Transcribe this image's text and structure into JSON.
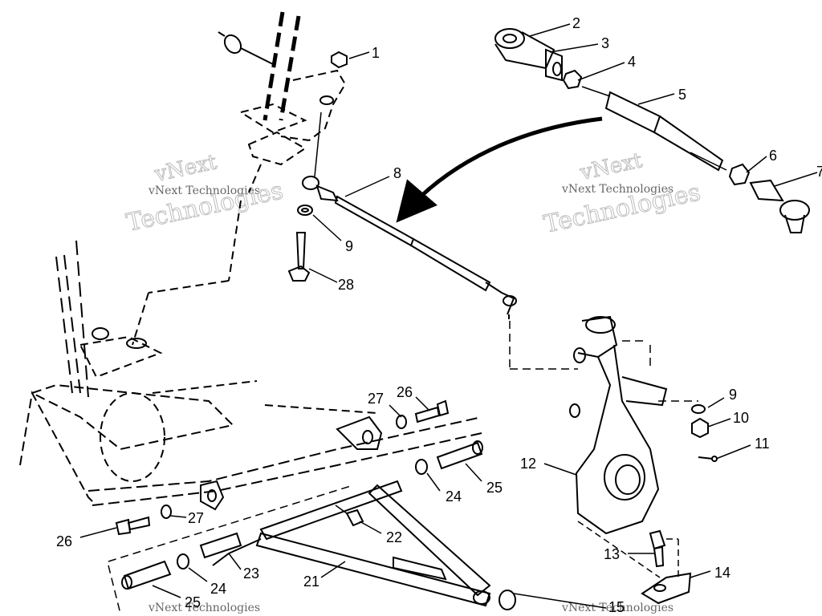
{
  "callouts": {
    "c1": "1",
    "c2": "2",
    "c3": "3",
    "c4": "4",
    "c5": "5",
    "c6": "6",
    "c7": "7",
    "c8": "8",
    "c9a": "9",
    "c9b": "9",
    "c10": "10",
    "c11": "11",
    "c12": "12",
    "c13": "13",
    "c14": "14",
    "c15": "15",
    "c21": "21",
    "c22": "22",
    "c23": "23",
    "c24a": "24",
    "c24b": "24",
    "c25a": "25",
    "c25b": "25",
    "c26a": "26",
    "c26b": "26",
    "c27a": "27",
    "c27b": "27",
    "c28": "28"
  },
  "watermark": {
    "line1": "vNext Technologies",
    "line2": "vNext",
    "line3": "Technologies"
  },
  "colors": {
    "ink": "#000000",
    "watermark": "#bdbdbd"
  }
}
